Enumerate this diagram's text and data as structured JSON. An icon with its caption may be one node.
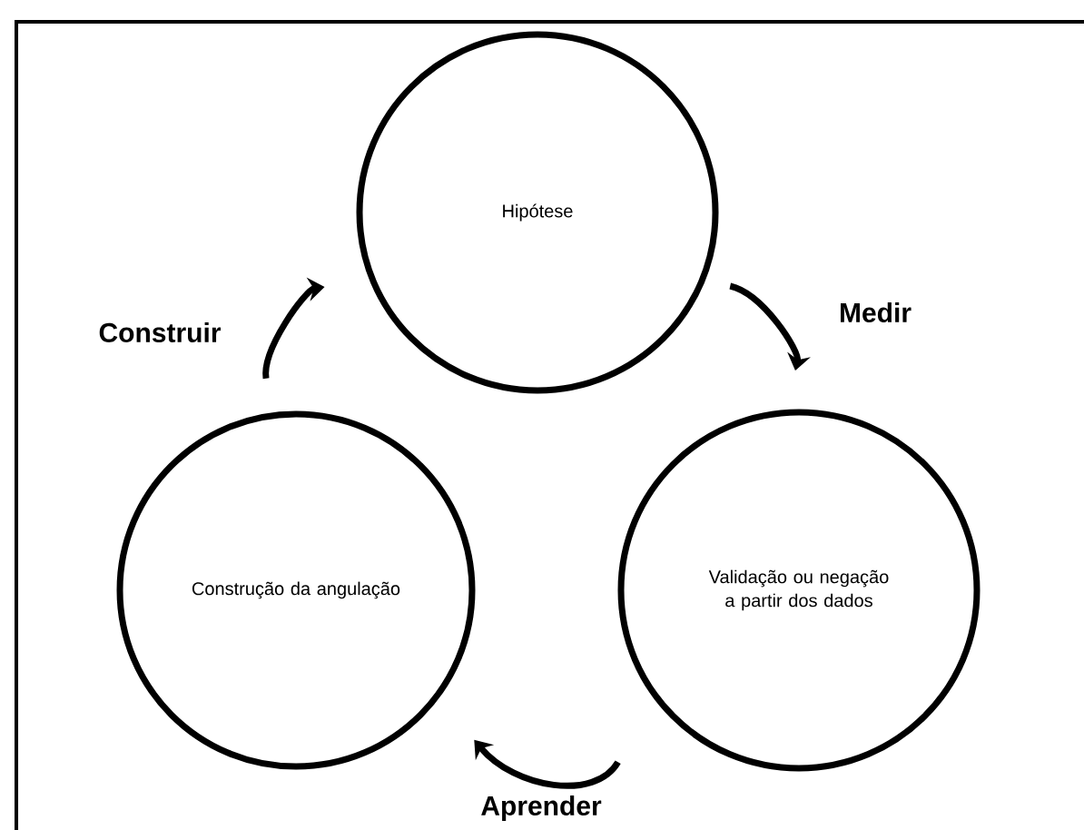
{
  "diagram": {
    "nodes": [
      {
        "text": [
          "Hipótese"
        ]
      },
      {
        "text": [
          "Validação ou negação a partir dos dados"
        ]
      },
      {
        "text": [
          "Construção da angulação"
        ]
      }
    ],
    "edges": [
      {
        "from": 0,
        "to": 1,
        "arrow": "to",
        "label": "Medir"
      },
      {
        "from": 1,
        "to": 2,
        "arrow": "to",
        "label": "Aprender"
      },
      {
        "from": 2,
        "to": 0,
        "arrow": "to",
        "label": "Construir"
      }
    ]
  }
}
